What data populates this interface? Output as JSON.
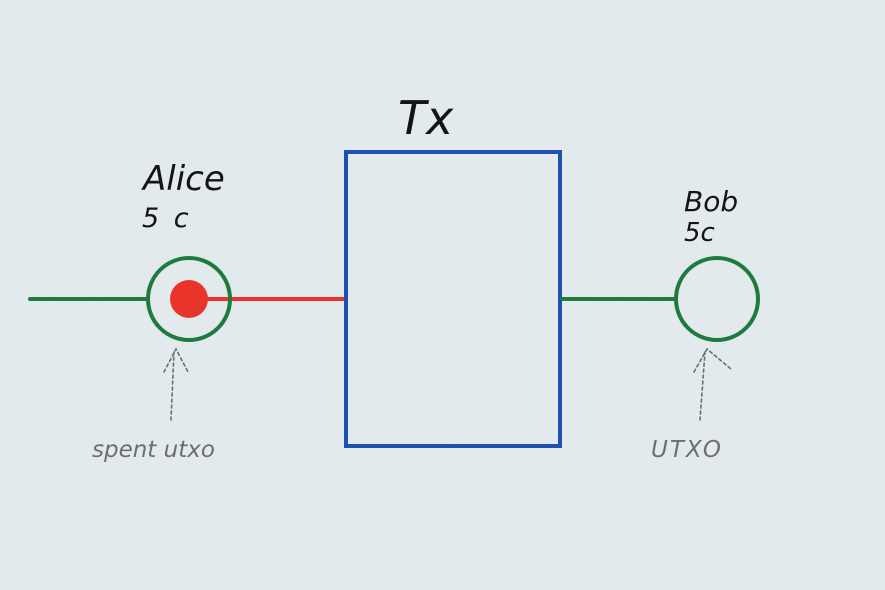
{
  "diagram": {
    "tx_label": "Tx",
    "alice": {
      "name": "Alice",
      "amount": "5 c",
      "note": "spent utxo",
      "spent": true
    },
    "bob": {
      "name": "Bob",
      "amount": "5c",
      "note": "UTXO",
      "spent": false
    },
    "colors": {
      "background": "#dde6ea",
      "tx_box": "#1f4fb0",
      "utxo_ring": "#1f7a3e",
      "spent": "#e8342a",
      "note": "#6e6e6e"
    }
  }
}
